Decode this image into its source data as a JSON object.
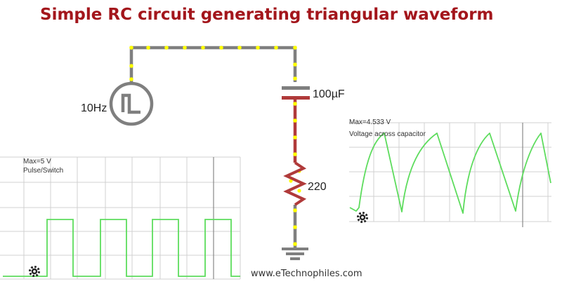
{
  "title": "Simple RC circuit generating triangular waveform",
  "source": {
    "frequency_label": "10Hz"
  },
  "capacitor": {
    "value_label": "100µF"
  },
  "resistor": {
    "value_label": "220"
  },
  "scope_left": {
    "max_label": "Max=5 V",
    "signal_label": "Pulse/Switch"
  },
  "scope_right": {
    "max_label": "Max=4.533 V",
    "signal_label": "Voltage across capacitor"
  },
  "footer": "www.eTechnophiles.com",
  "colors": {
    "title": "#a3161c",
    "wire": "#7f7f7f",
    "wire_dot": "#ffff00",
    "resistor_wire": "#b03a3a",
    "trace": "#5ddc5d",
    "grid": "#d0d0d0"
  },
  "icons": [
    "pulse-source-icon",
    "capacitor-icon",
    "resistor-icon",
    "ground-icon",
    "gear-icon"
  ]
}
